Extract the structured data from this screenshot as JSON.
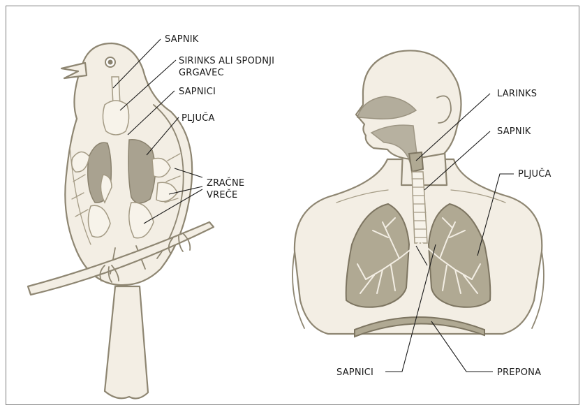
{
  "labels": {
    "bird_trachea": "SAPNIK",
    "syrinx_line1": "SIRINKS ALI SPODNJI",
    "syrinx_line2": "GRGAVEC",
    "bird_bronchi": "SAPNICI",
    "bird_lungs": "PLJUČA",
    "air_sacs_line1": "ZRAČNE",
    "air_sacs_line2": "VREČE",
    "larynx": "LARINKS",
    "human_trachea": "SAPNIK",
    "human_lungs": "PLJUČA",
    "human_bronchi": "SAPNICI",
    "diaphragm": "PREPONA"
  },
  "colors": {
    "outline": "#8e8672",
    "lung_fill": "#a9a290",
    "body_fill": "#f3eee4",
    "label_text": "#1a1a1a"
  }
}
